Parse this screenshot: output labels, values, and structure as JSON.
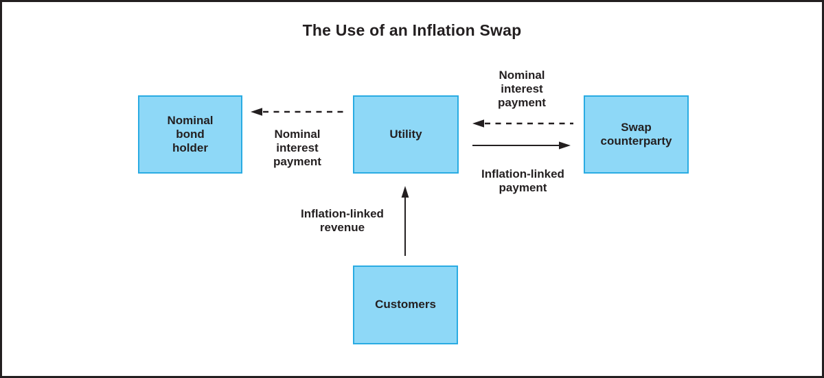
{
  "title": "The Use of an Inflation Swap",
  "nodes": {
    "nominal_bond_holder": {
      "label": "Nominal bond holder"
    },
    "utility": {
      "label": "Utility"
    },
    "swap_counterparty": {
      "label": "Swap counterparty"
    },
    "customers": {
      "label": "Customers"
    }
  },
  "flows": {
    "utility_to_bondholder": {
      "label": "Nominal interest payment",
      "style": "dashed",
      "direction": "left",
      "from": "Utility",
      "to": "Nominal bond holder"
    },
    "counterparty_to_utility": {
      "label": "Nominal interest payment",
      "style": "dashed",
      "direction": "left",
      "from": "Swap counterparty",
      "to": "Utility"
    },
    "utility_to_counterparty": {
      "label": "Inflation-linked payment",
      "style": "solid",
      "direction": "right",
      "from": "Utility",
      "to": "Swap counterparty"
    },
    "customers_to_utility": {
      "label": "Inflation-linked revenue",
      "style": "solid",
      "direction": "up",
      "from": "Customers",
      "to": "Utility"
    }
  },
  "colors": {
    "box_fill": "#8ed8f7",
    "box_border": "#29abe2",
    "line": "#231f20",
    "frame_border": "#231f20",
    "background": "#ffffff",
    "text": "#231f20"
  }
}
